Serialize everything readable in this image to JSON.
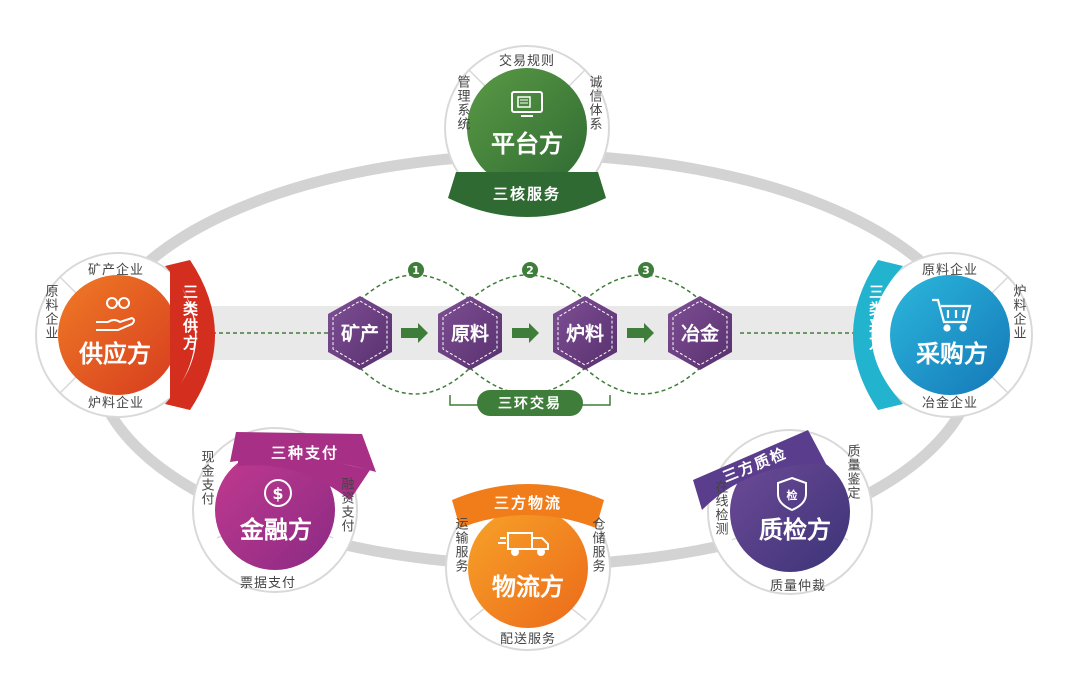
{
  "platform": {
    "title": "平台方",
    "top": "交易规则",
    "left": "管理系统",
    "right": "诚信体系",
    "band": "三核服务"
  },
  "supplier": {
    "title": "供应方",
    "top": "矿产企业",
    "left": "原料企业",
    "bottom": "炉料企业",
    "band": "三类供方"
  },
  "buyer": {
    "title": "采购方",
    "top": "原料企业",
    "right": "炉料企业",
    "bottom": "冶金企业",
    "band": "三类采方"
  },
  "finance": {
    "title": "金融方",
    "band": "三种支付",
    "left": "现金支付",
    "right": "融资支付",
    "bottom": "票据支付"
  },
  "logistics": {
    "title": "物流方",
    "band": "三方物流",
    "left": "运输服务",
    "right": "仓储服务",
    "bottom": "配送服务"
  },
  "quality": {
    "title": "质检方",
    "band": "三方质检",
    "left": "在线检测",
    "right": "质量鉴定",
    "bottom": "质量仲裁"
  },
  "chain": {
    "steps": [
      "矿产",
      "原料",
      "炉料",
      "冶金"
    ],
    "numbers": [
      "1",
      "2",
      "3"
    ],
    "label": "三环交易"
  },
  "colors": {
    "platform": "#3f7d3a",
    "supplier": "#e2521f",
    "buyer": "#1aa3cf",
    "finance": "#a82f86",
    "logistics": "#f07d1a",
    "quality": "#5a3d8c",
    "hex": "#6b3b7d",
    "chain": "#3f7d3a",
    "track": "#d3d3d3"
  },
  "icons": {
    "platform": "monitor-icon",
    "supplier": "hand-coins-icon",
    "buyer": "cart-icon",
    "finance": "dollar-coin-icon",
    "logistics": "truck-icon",
    "quality": "shield-check-icon"
  }
}
